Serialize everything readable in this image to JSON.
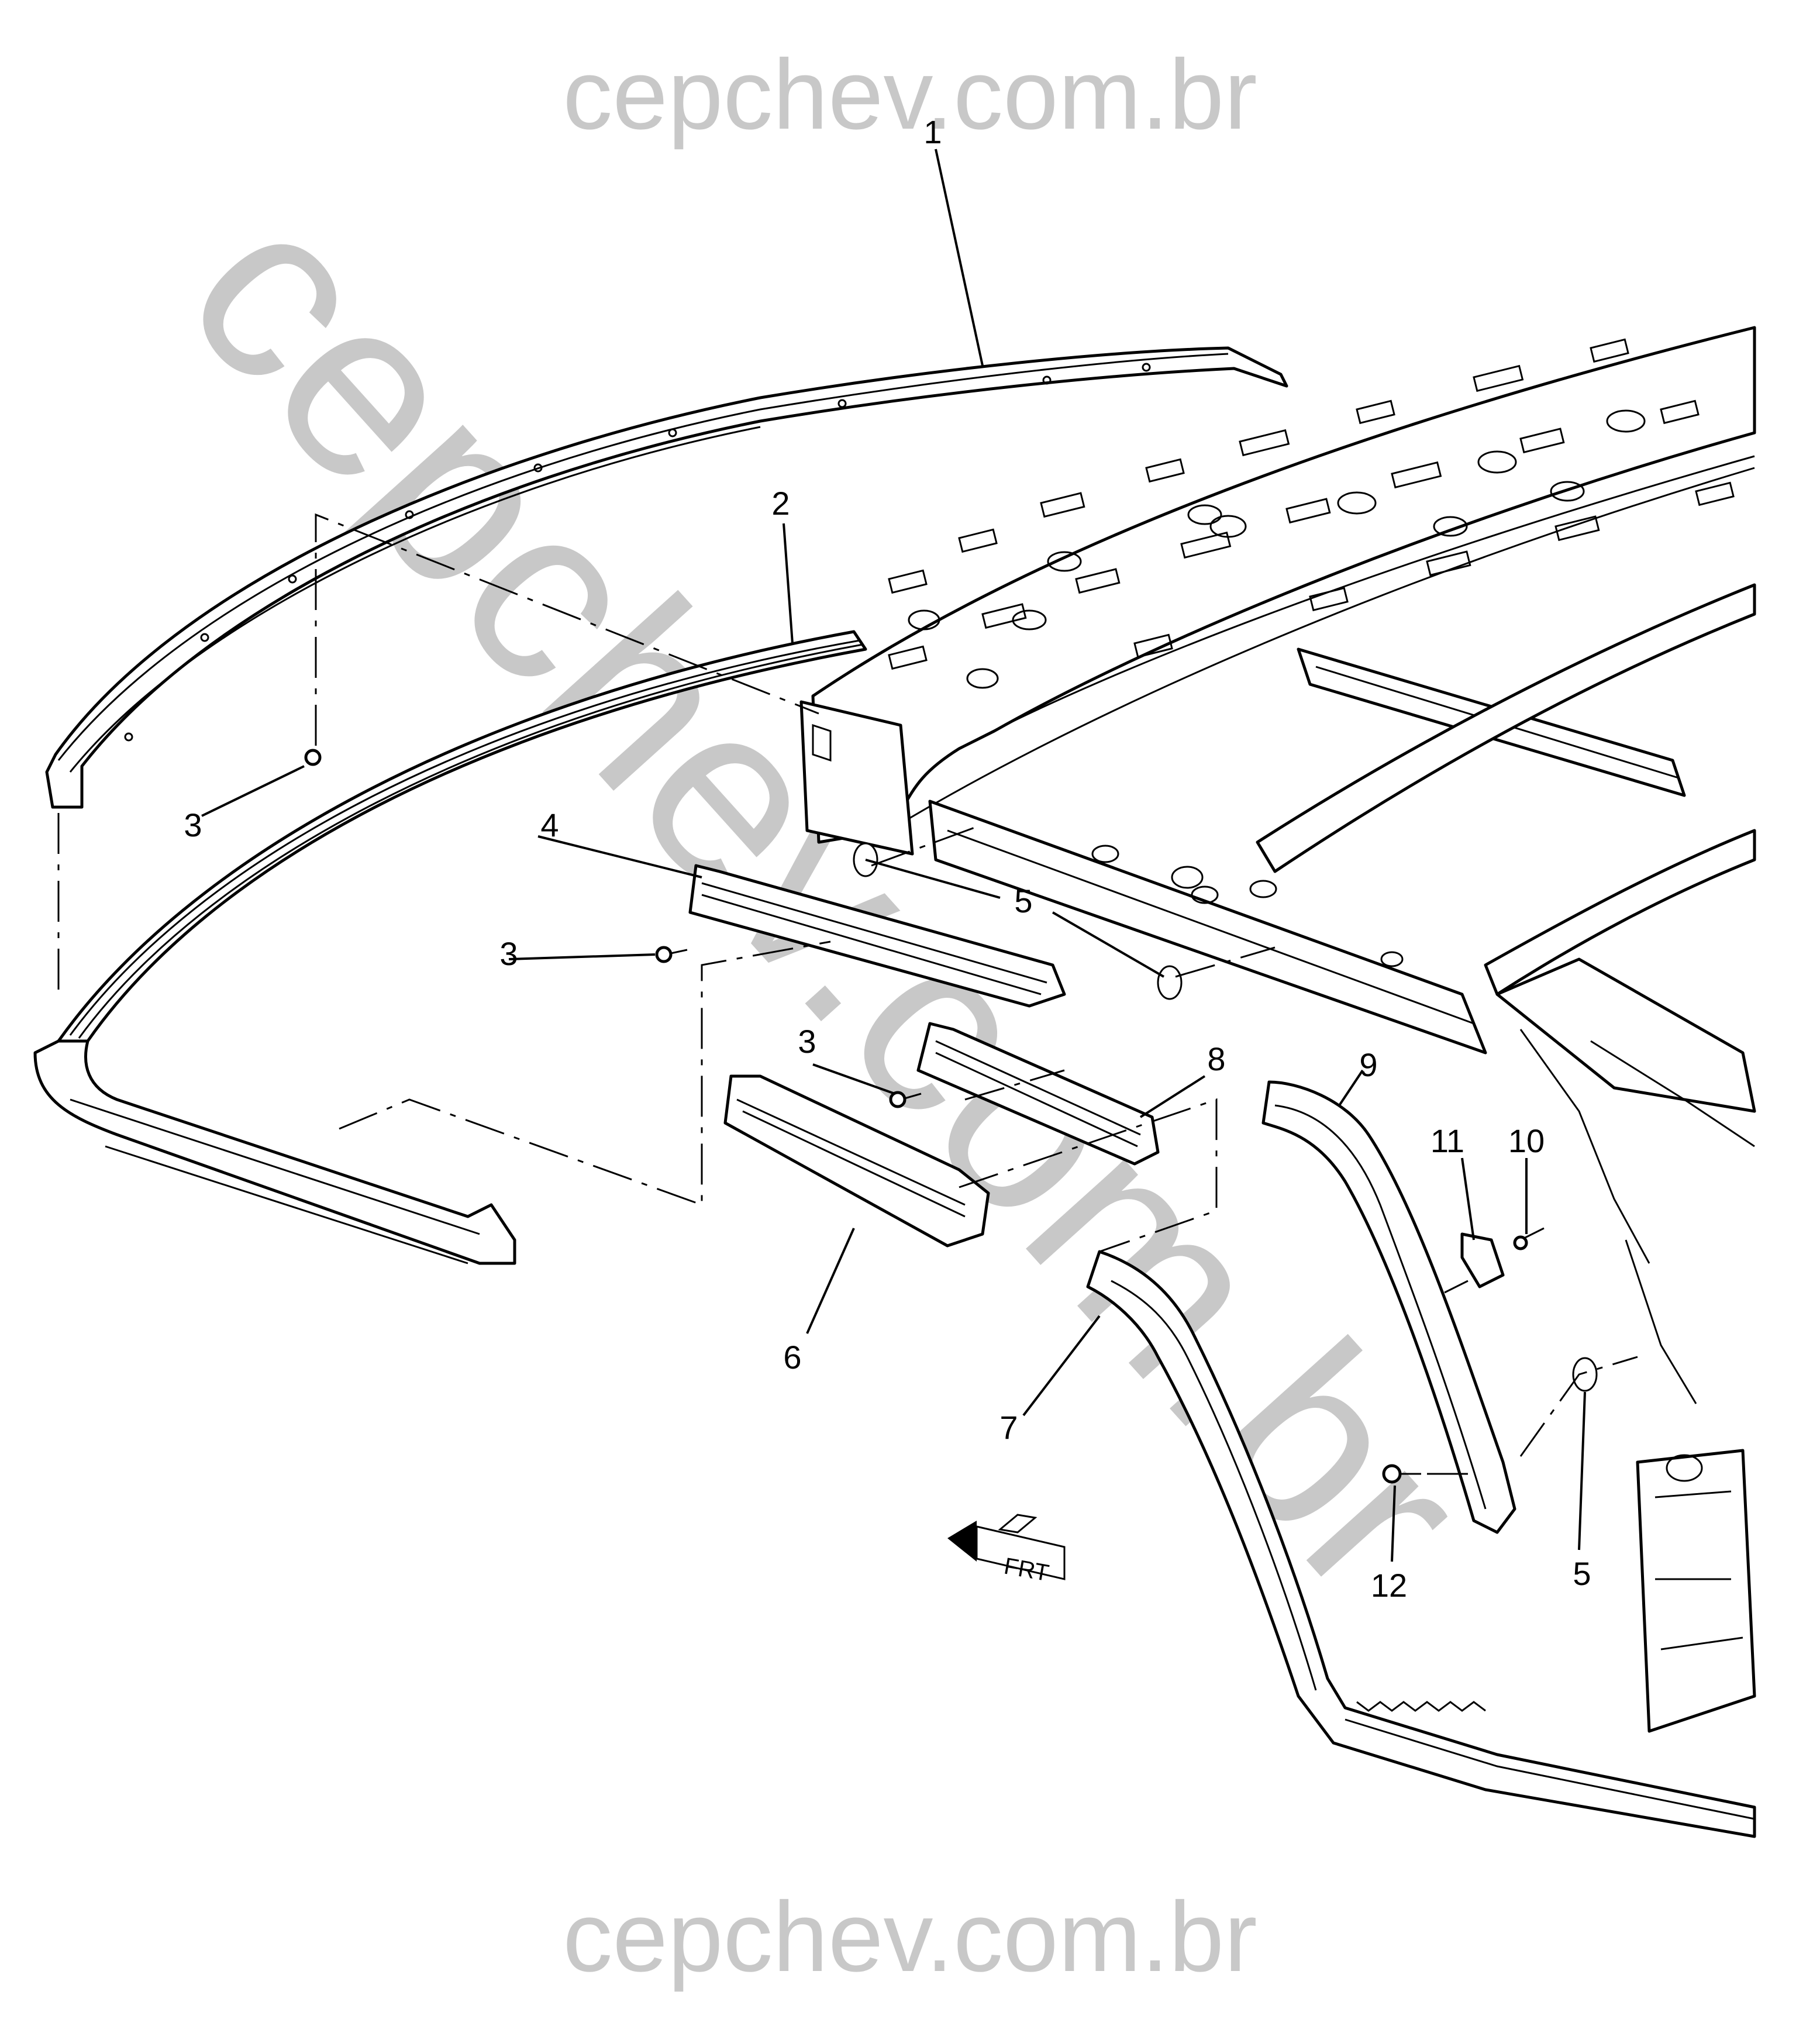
{
  "watermark": {
    "top_text": "cepchev.com.br",
    "bottom_text": "cepchev.com.br",
    "diagonal_text": "cepchev.com.br",
    "color": "#c8c8c8"
  },
  "callouts": {
    "c1": "1",
    "c2": "2",
    "c3a": "3",
    "c3b": "3",
    "c3c": "3",
    "c4": "4",
    "c5a": "5",
    "c5b": "5",
    "c6": "6",
    "c7": "7",
    "c8": "8",
    "c9": "9",
    "c10": "10",
    "c11": "11",
    "c12": "12"
  },
  "direction_indicator": {
    "label": "FRT",
    "icon": "front-arrow-icon"
  },
  "colors": {
    "line": "#000000",
    "background": "#ffffff"
  }
}
